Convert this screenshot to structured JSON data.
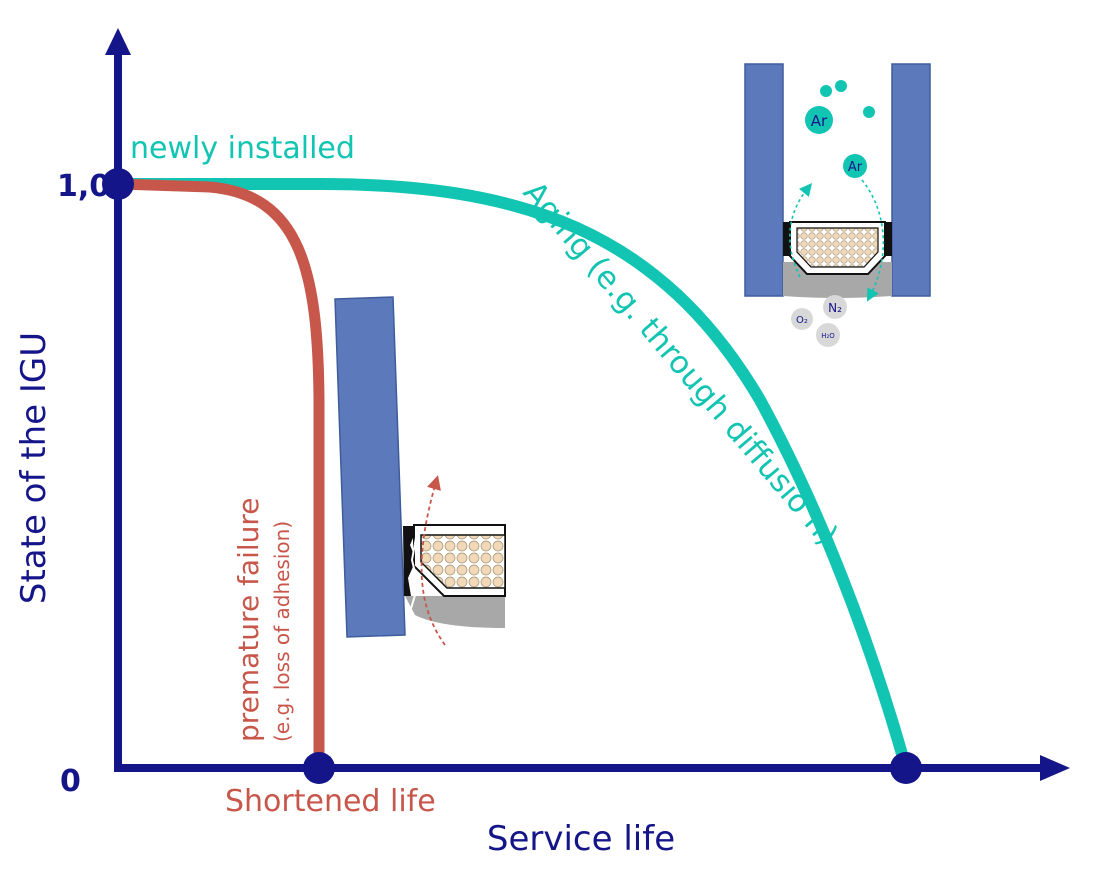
{
  "axes": {
    "y_label": "State of the IGU",
    "x_label": "Service life",
    "y_tick_top": "1,0",
    "y_tick_bottom": "0"
  },
  "labels": {
    "newly_installed": "newly installed",
    "aging": "Aging (e.g. through diffusio n)",
    "premature_main": "premature failure",
    "premature_sub": "(e.g. loss of adhesion)",
    "shortened_life": "Shortened life"
  },
  "inset": {
    "argon": "Ar",
    "oxygen": "O₂",
    "nitrogen": "N₂",
    "water": "H₂O"
  },
  "colors": {
    "axis": "#15158a",
    "aging": "#12c4b2",
    "premature": "#c8574b",
    "glass": "#5b79bb",
    "seal_gray": "#a8a8a8",
    "desiccant": "#f1d8b6"
  }
}
